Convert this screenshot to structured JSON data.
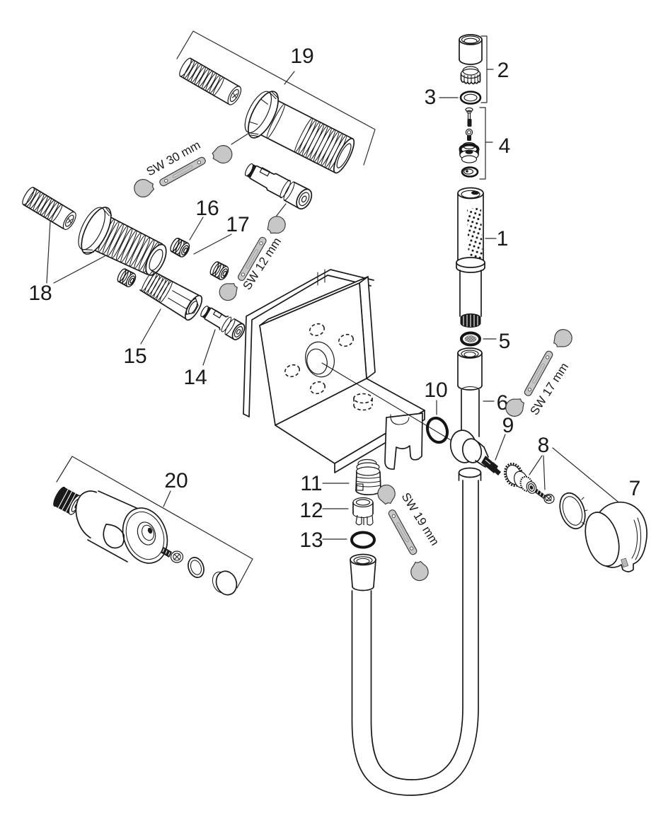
{
  "diagram": {
    "type": "exploded-parts-diagram",
    "background": "#ffffff",
    "line_color": "#1a1a1a",
    "wrench_fill": "#c7c7c7",
    "part_labels": {
      "p1": "1",
      "p2": "2",
      "p3": "3",
      "p4": "4",
      "p5": "5",
      "p6": "6",
      "p7": "7",
      "p8": "8",
      "p9": "9",
      "p10": "10",
      "p11": "11",
      "p12": "12",
      "p13": "13",
      "p14": "14",
      "p15": "15",
      "p16": "16",
      "p17": "17",
      "p18": "18",
      "p19": "19",
      "p20": "20"
    },
    "tools": {
      "sw30": "SW 30 mm",
      "sw12": "SW 12 mm",
      "sw17": "SW 17 mm",
      "sw19": "SW 19 mm"
    }
  }
}
